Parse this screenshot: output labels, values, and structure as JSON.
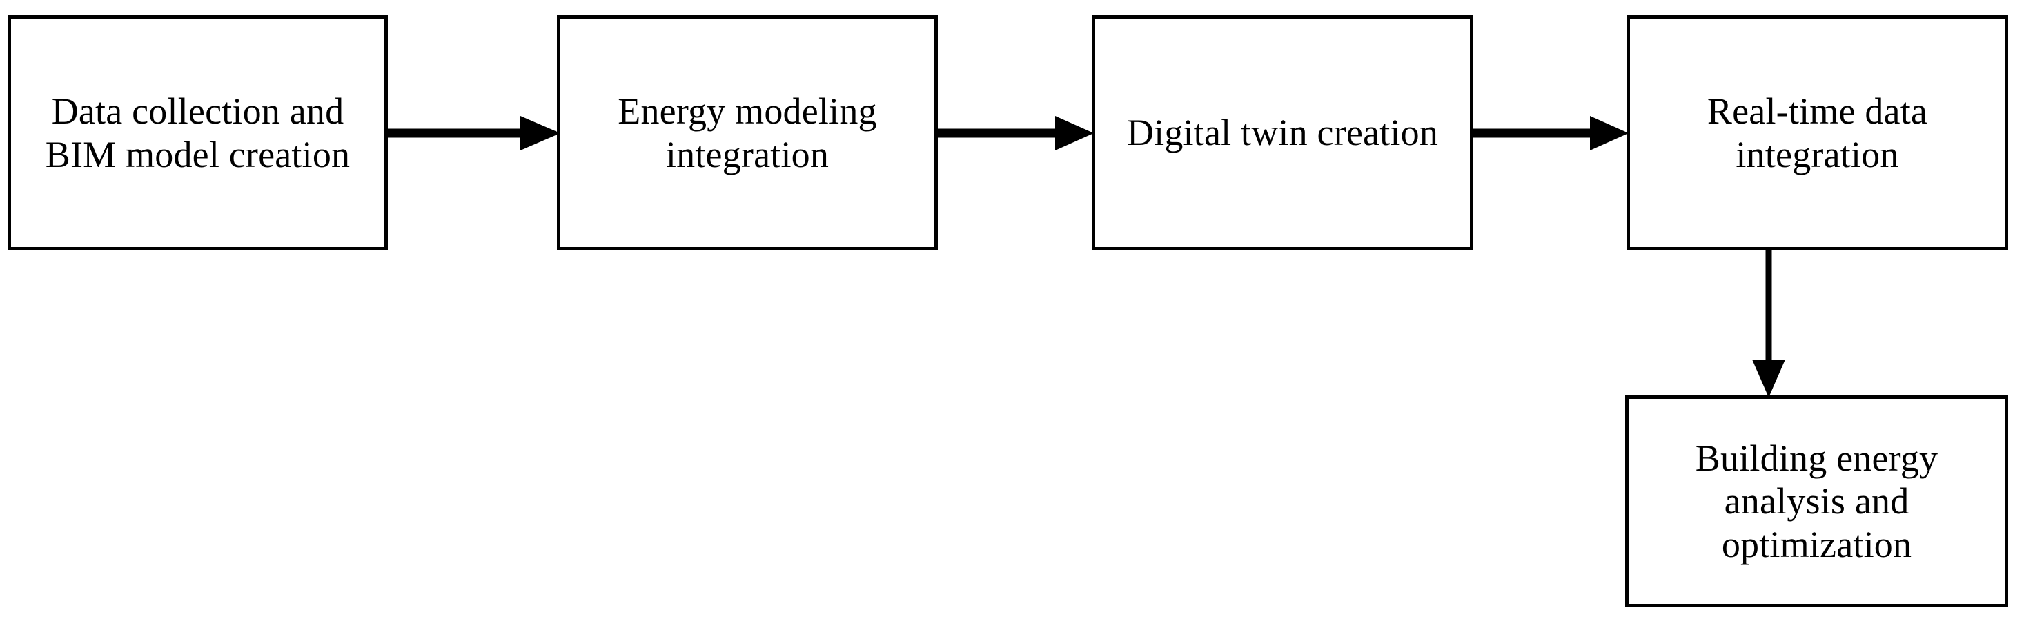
{
  "diagram": {
    "type": "flowchart",
    "orientation": "left-to-right with one downward branch",
    "background_color": "#ffffff",
    "stroke_color": "#000000",
    "text_color": "#000000",
    "nodes": [
      {
        "id": "node-1",
        "label": "Data collection and\nBIM model creation"
      },
      {
        "id": "node-2",
        "label": "Energy modeling\nintegration"
      },
      {
        "id": "node-3",
        "label": "Digital twin creation"
      },
      {
        "id": "node-4",
        "label": "Real-time data\nintegration"
      },
      {
        "id": "node-5",
        "label": "Building energy\nanalysis and\noptimization"
      }
    ],
    "edges": [
      {
        "id": "edge-1-2",
        "from": "node-1",
        "to": "node-2",
        "direction": "right",
        "label": ""
      },
      {
        "id": "edge-2-3",
        "from": "node-2",
        "to": "node-3",
        "direction": "right",
        "label": ""
      },
      {
        "id": "edge-3-4",
        "from": "node-3",
        "to": "node-4",
        "direction": "right",
        "label": ""
      },
      {
        "id": "edge-4-5",
        "from": "node-4",
        "to": "node-5",
        "direction": "down",
        "label": ""
      }
    ]
  }
}
